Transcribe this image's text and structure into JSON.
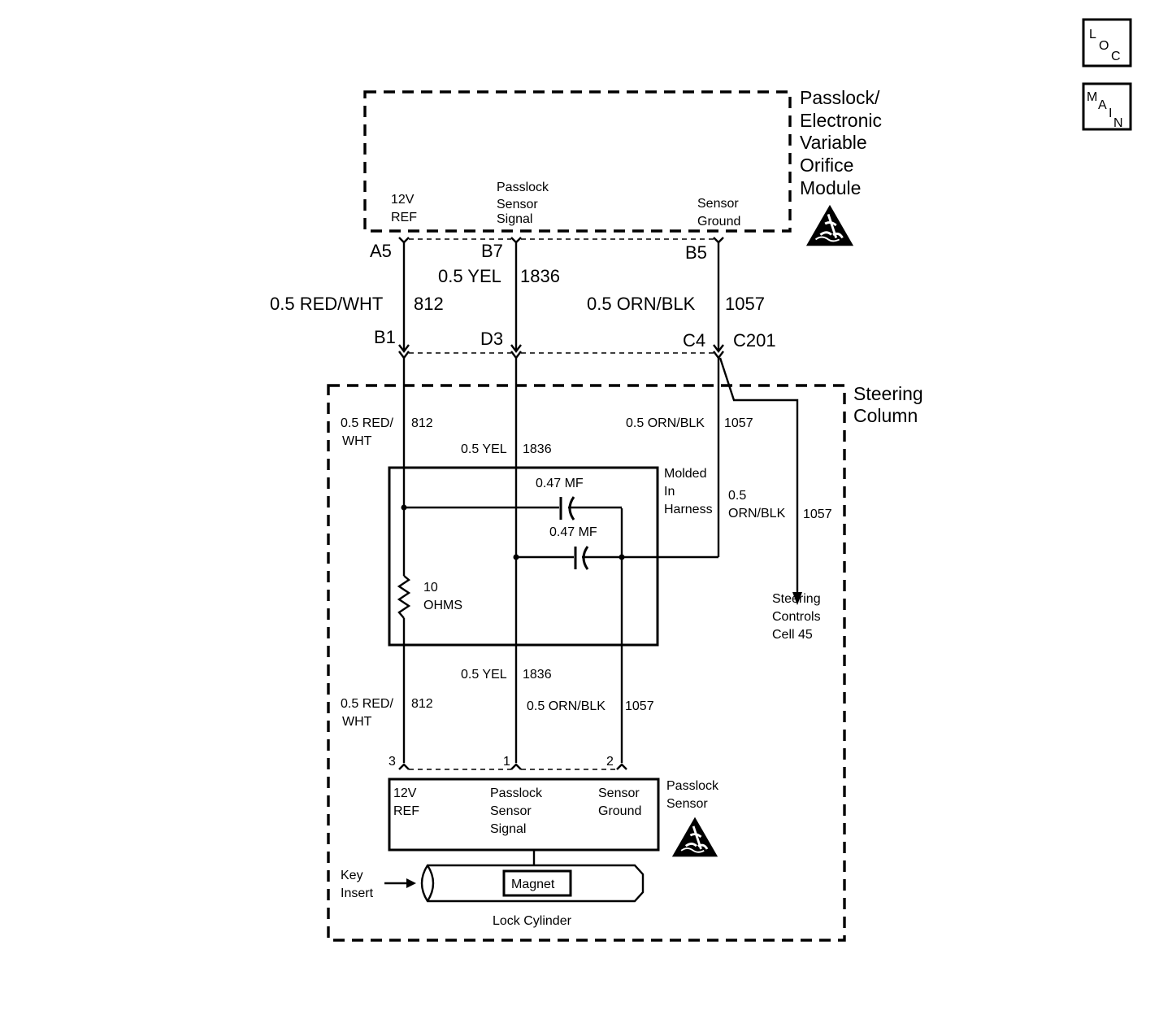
{
  "nav": {
    "loc": {
      "l1": "L",
      "l2": "O",
      "l3": "C"
    },
    "main": {
      "l1": "M",
      "l2": "A",
      "l3": "I",
      "l4": "N"
    }
  },
  "module": {
    "name": [
      "Passlock/",
      "Electronic",
      "Variable",
      "Orifice",
      "Module"
    ],
    "pins": {
      "ref": [
        "12V",
        "REF"
      ],
      "signal": [
        "Passlock",
        "Sensor",
        "Signal"
      ],
      "ground": [
        "Sensor",
        "Ground"
      ]
    }
  },
  "terminals": {
    "a5": "A5",
    "b7": "B7",
    "b5": "B5",
    "b1": "B1",
    "d3": "D3",
    "c4": "C4",
    "connector": "C201"
  },
  "wires_upper": {
    "red": {
      "color": "0.5 RED/WHT",
      "circuit": "812"
    },
    "yel": {
      "color": "0.5 YEL",
      "circuit": "1836"
    },
    "orn": {
      "color": "0.5 ORN/BLK",
      "circuit": "1057"
    }
  },
  "steering_column": {
    "title": [
      "Steering",
      "Column"
    ],
    "red_top": [
      "0.5 RED/",
      "WHT"
    ],
    "red_top_circuit": "812",
    "yel_top": "0.5 YEL",
    "yel_top_circuit": "1836",
    "orn_top": "0.5 ORN/BLK",
    "orn_top_circuit": "1057",
    "orn_branch": [
      "0.5",
      "ORN/BLK"
    ],
    "orn_branch_circuit": "1057",
    "branch_dest": [
      "Steering",
      "Controls",
      "Cell 45"
    ],
    "harness": [
      "Molded",
      "In",
      "Harness"
    ],
    "cap1": "0.47 MF",
    "cap2": "0.47 MF",
    "resistor": [
      "10",
      "OHMS"
    ],
    "yel_bot": "0.5 YEL",
    "yel_bot_circuit": "1836",
    "red_bot": [
      "0.5 RED/",
      "WHT"
    ],
    "red_bot_circuit": "812",
    "orn_bot": "0.5 ORN/BLK",
    "orn_bot_circuit": "1057",
    "pin3": "3",
    "pin1": "1",
    "pin2": "2"
  },
  "sensor": {
    "name": [
      "Passlock",
      "Sensor"
    ],
    "ref": [
      "12V",
      "REF"
    ],
    "signal": [
      "Passlock",
      "Sensor",
      "Signal"
    ],
    "ground": [
      "Sensor",
      "Ground"
    ],
    "magnet": "Magnet",
    "key_insert": [
      "Key",
      "Insert"
    ],
    "lock_cylinder": "Lock Cylinder"
  }
}
